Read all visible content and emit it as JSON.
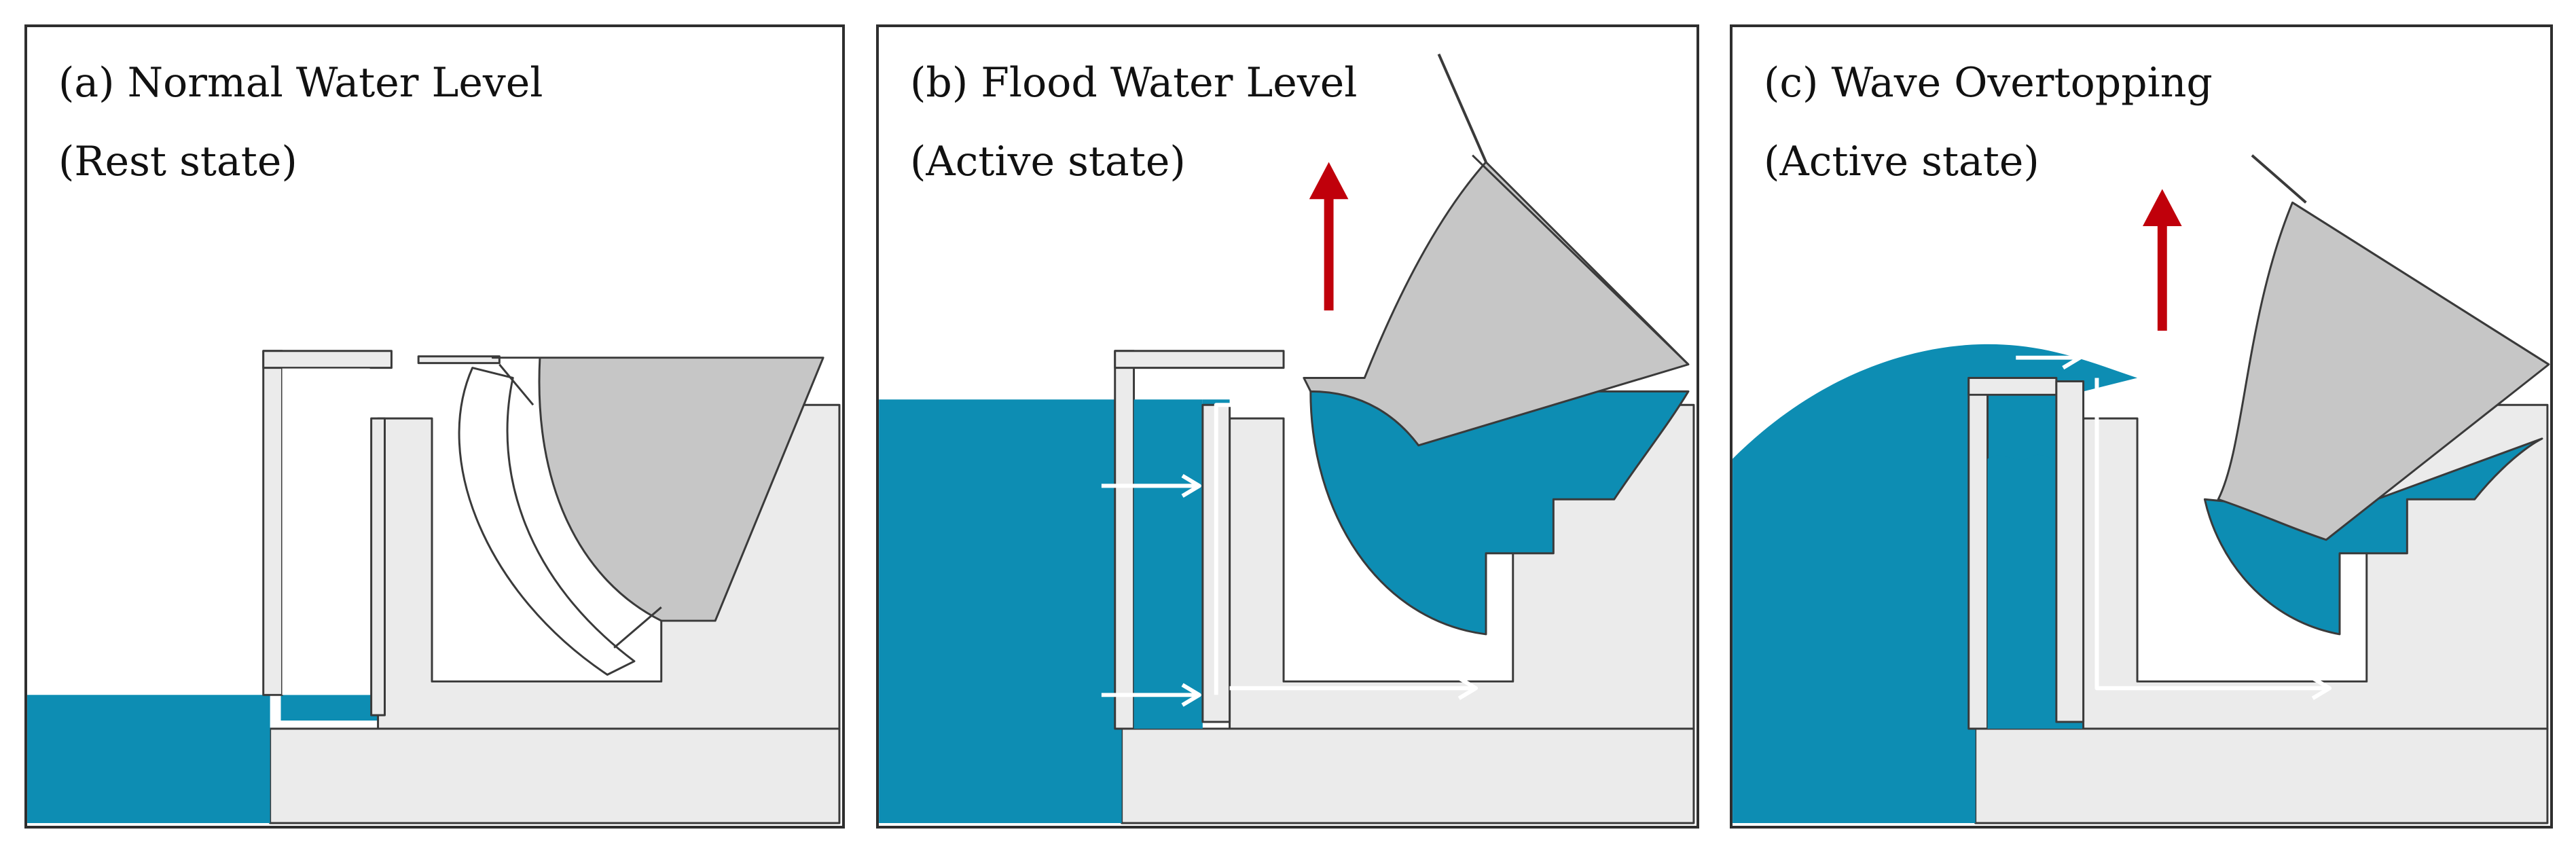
{
  "colors": {
    "water": "#0d8db3",
    "structure": "#ebebeb",
    "gate": "#c6c6c6",
    "outline": "#3a3a3a",
    "lift_arrow": "#c0000b",
    "flow_arrow": "#ffffff"
  },
  "panels": [
    {
      "id": "a",
      "title": "(a) Normal Water Level",
      "state": "(Rest state)",
      "gate_lifted": false
    },
    {
      "id": "b",
      "title": "(b) Flood Water Level",
      "state": "(Active state)",
      "gate_lifted": true
    },
    {
      "id": "c",
      "title": "(c) Wave Overtopping",
      "state": "(Active state)",
      "gate_lifted": true
    }
  ]
}
